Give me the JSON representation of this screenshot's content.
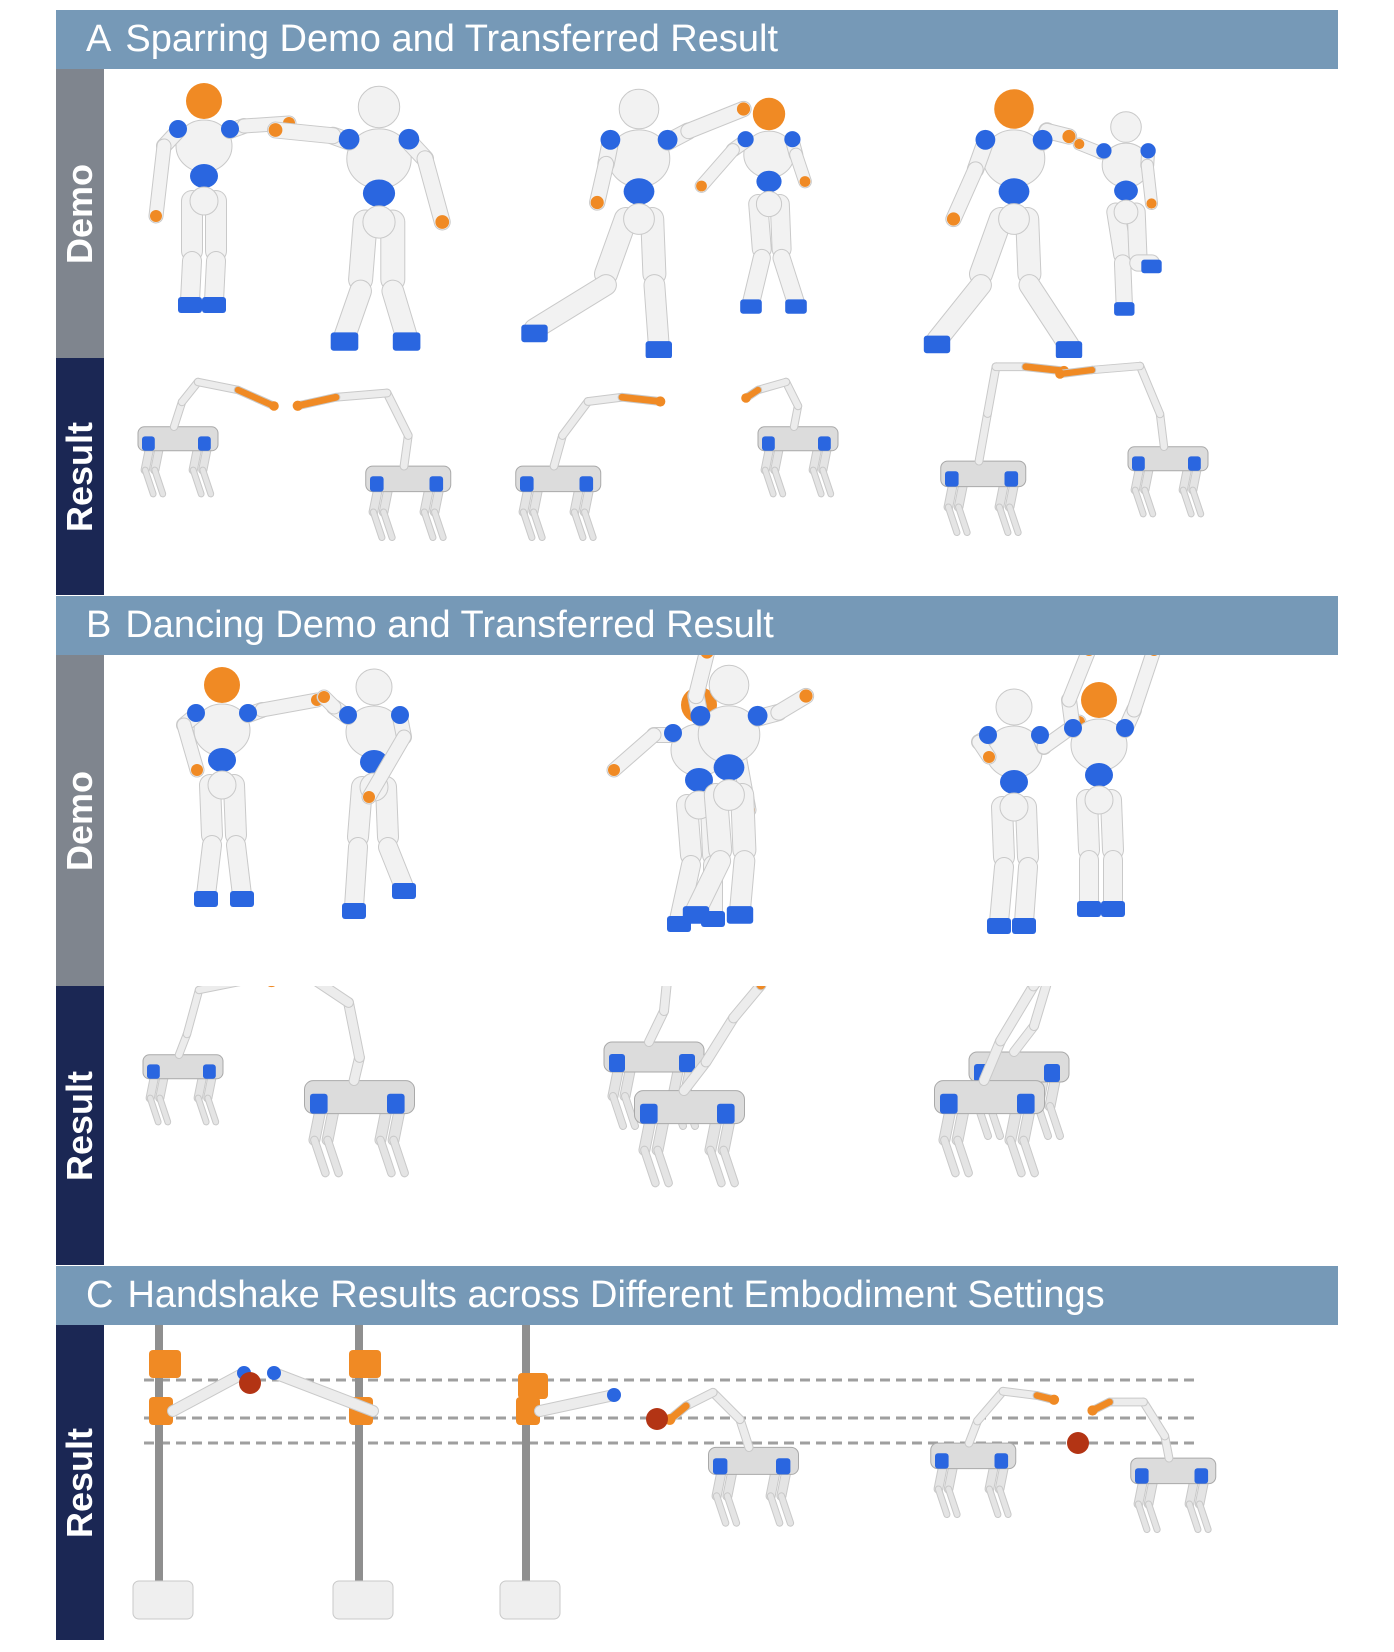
{
  "sections": [
    {
      "letter": "A",
      "title": "Sparring Demo and Transferred Result",
      "rows": [
        "Demo",
        "Result"
      ]
    },
    {
      "letter": "B",
      "title": "Dancing Demo and Transferred Result",
      "rows": [
        "Demo",
        "Result"
      ]
    },
    {
      "letter": "C",
      "title": "Handshake Results across Different Embodiment Settings",
      "rows": [
        "Result"
      ]
    }
  ],
  "colors": {
    "header_bg": "#7699b7",
    "demo_bar": "#7f858e",
    "result_bar": "#1b2754",
    "robot_orange": "#f08a24",
    "robot_blue": "#2a66e0",
    "ball": "#b33414"
  }
}
